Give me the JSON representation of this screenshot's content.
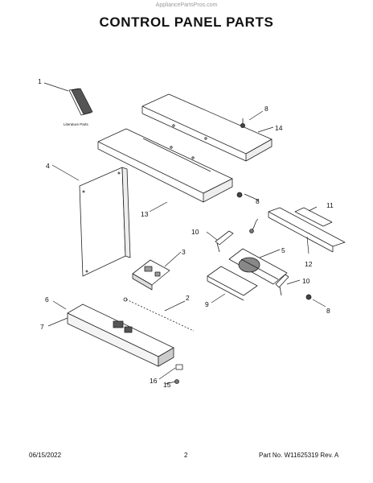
{
  "header": {
    "watermark": "AppliancePartsPros.com",
    "title": "CONTROL PANEL PARTS"
  },
  "callouts": [
    "1",
    "2",
    "3",
    "4",
    "5",
    "6",
    "7",
    "8",
    "8",
    "8",
    "9",
    "10",
    "10",
    "11",
    "12",
    "13",
    "14",
    "15",
    "16"
  ],
  "literature_label": "Literature Parts",
  "footer": {
    "date": "06/15/2022",
    "page": "2",
    "part_number": "Part No. W11625319  Rev. A"
  }
}
